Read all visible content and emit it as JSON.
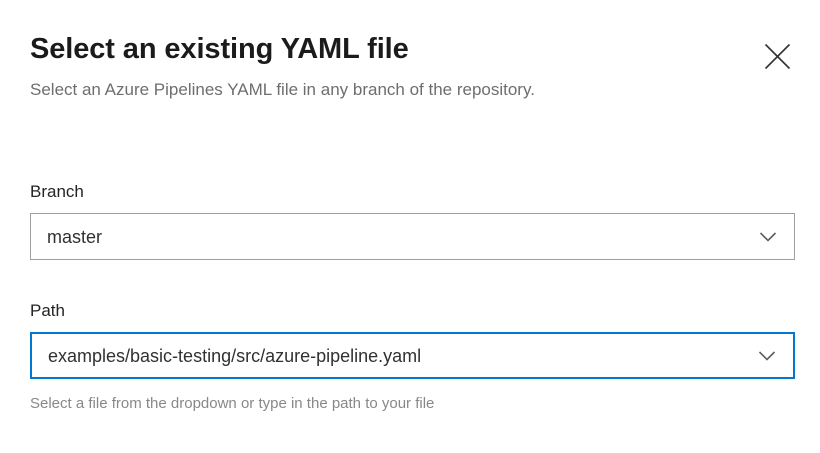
{
  "dialog": {
    "title": "Select an existing YAML file",
    "subtitle": "Select an Azure Pipelines YAML file in any branch of the repository.",
    "close_icon": "close-icon",
    "close_label": "Close"
  },
  "form": {
    "branch": {
      "label": "Branch",
      "value": "master",
      "placeholder": "",
      "chevron_icon": "chevron-down-icon",
      "focused": false
    },
    "path": {
      "label": "Path",
      "value": "examples/basic-testing/src/azure-pipeline.yaml",
      "placeholder": "",
      "chevron_icon": "chevron-down-icon",
      "hint": "Select a file from the dropdown or type in the path to your file",
      "focused": true
    }
  },
  "colors": {
    "accent": "#0078d4",
    "border": "#a19f9d",
    "title": "#1b1b1b",
    "subtitle": "#6e6e6e",
    "hint": "#8a8886",
    "background": "#ffffff"
  }
}
